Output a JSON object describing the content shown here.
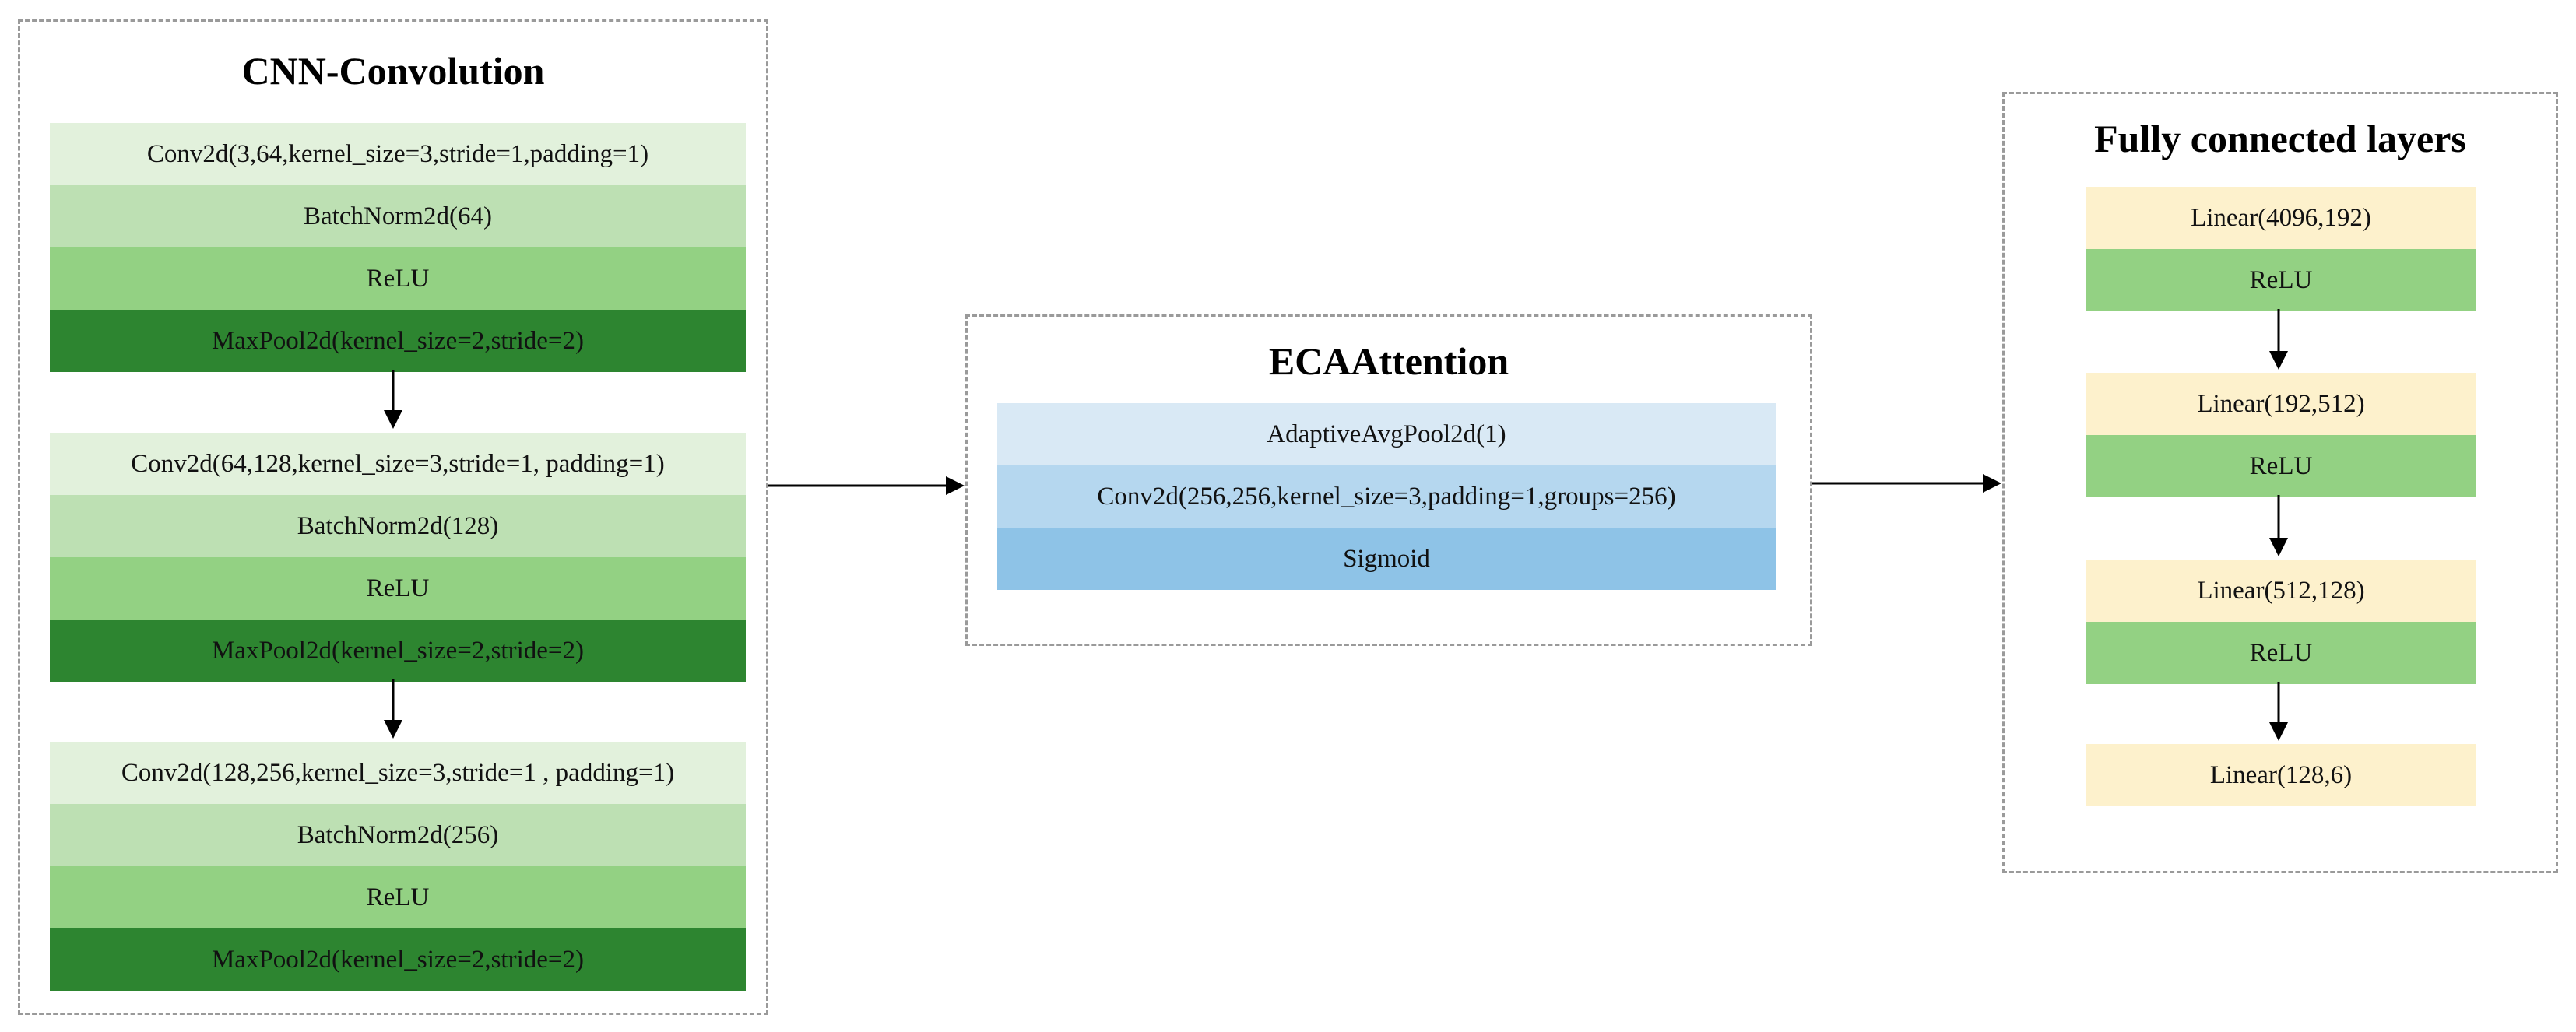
{
  "cnn": {
    "title": "CNN-Convolution",
    "block1": {
      "conv": "Conv2d(3,64,kernel_size=3,stride=1,padding=1)",
      "bn": "BatchNorm2d(64)",
      "relu": "ReLU",
      "pool": "MaxPool2d(kernel_size=2,stride=2)"
    },
    "block2": {
      "conv": "Conv2d(64,128,kernel_size=3,stride=1, padding=1)",
      "bn": "BatchNorm2d(128)",
      "relu": "ReLU",
      "pool": "MaxPool2d(kernel_size=2,stride=2)"
    },
    "block3": {
      "conv": "Conv2d(128,256,kernel_size=3,stride=1 , padding=1)",
      "bn": "BatchNorm2d(256)",
      "relu": "ReLU",
      "pool": "MaxPool2d(kernel_size=2,stride=2)"
    }
  },
  "eca": {
    "title": "ECAAttention",
    "pool": "AdaptiveAvgPool2d(1)",
    "conv": "Conv2d(256,256,kernel_size=3,padding=1,groups=256)",
    "act": "Sigmoid"
  },
  "fc": {
    "title": "Fully connected layers",
    "block1": {
      "linear": "Linear(4096,192)",
      "relu": "ReLU"
    },
    "block2": {
      "linear": "Linear(192,512)",
      "relu": "ReLU"
    },
    "block3": {
      "linear": "Linear(512,128)",
      "relu": "ReLU"
    },
    "block4": {
      "linear": "Linear(128,6)"
    }
  },
  "colors": {
    "green_light": "#e2f1dc",
    "green_mid": "#bde0b3",
    "green": "#93d183",
    "green_dark": "#2d8530",
    "blue_light": "#d9e9f5",
    "blue_mid": "#b5d7ef",
    "blue": "#8ec3e7",
    "yellow": "#fdf1cc",
    "dashed_border": "#9a9a9a"
  }
}
